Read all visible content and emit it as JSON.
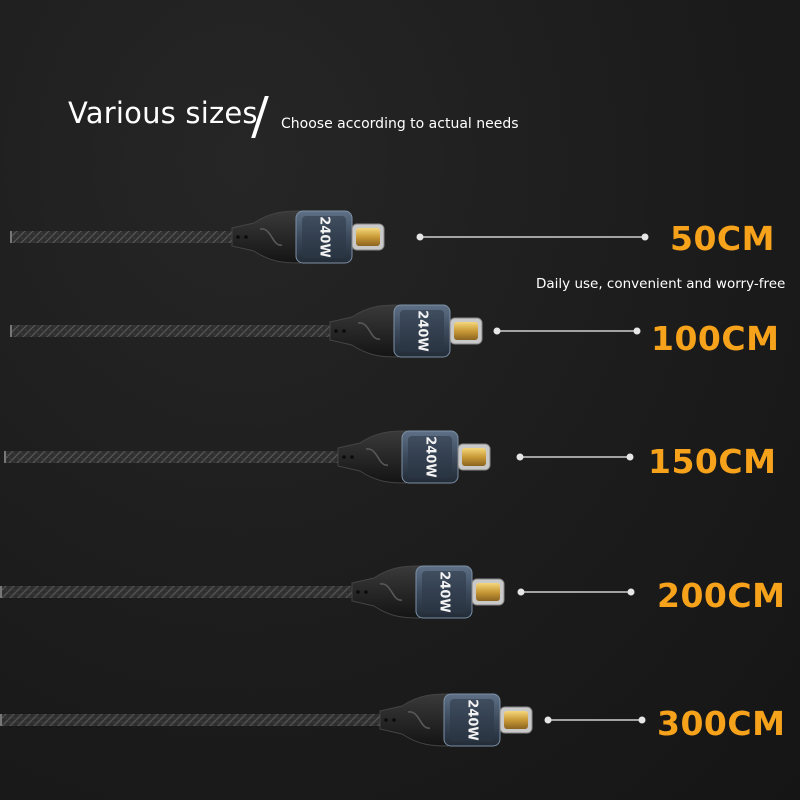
{
  "header": {
    "title": "Various sizes",
    "subtitle": "Choose according to actual needs"
  },
  "note": "Daily use, convenient and worry-free",
  "connector_marking": "240W",
  "colors": {
    "accent": "#f7a21b",
    "background": "#1c1c1c",
    "text": "#ffffff"
  },
  "cables": [
    {
      "label": "50CM"
    },
    {
      "label": "100CM"
    },
    {
      "label": "150CM"
    },
    {
      "label": "200CM"
    },
    {
      "label": "300CM"
    }
  ]
}
